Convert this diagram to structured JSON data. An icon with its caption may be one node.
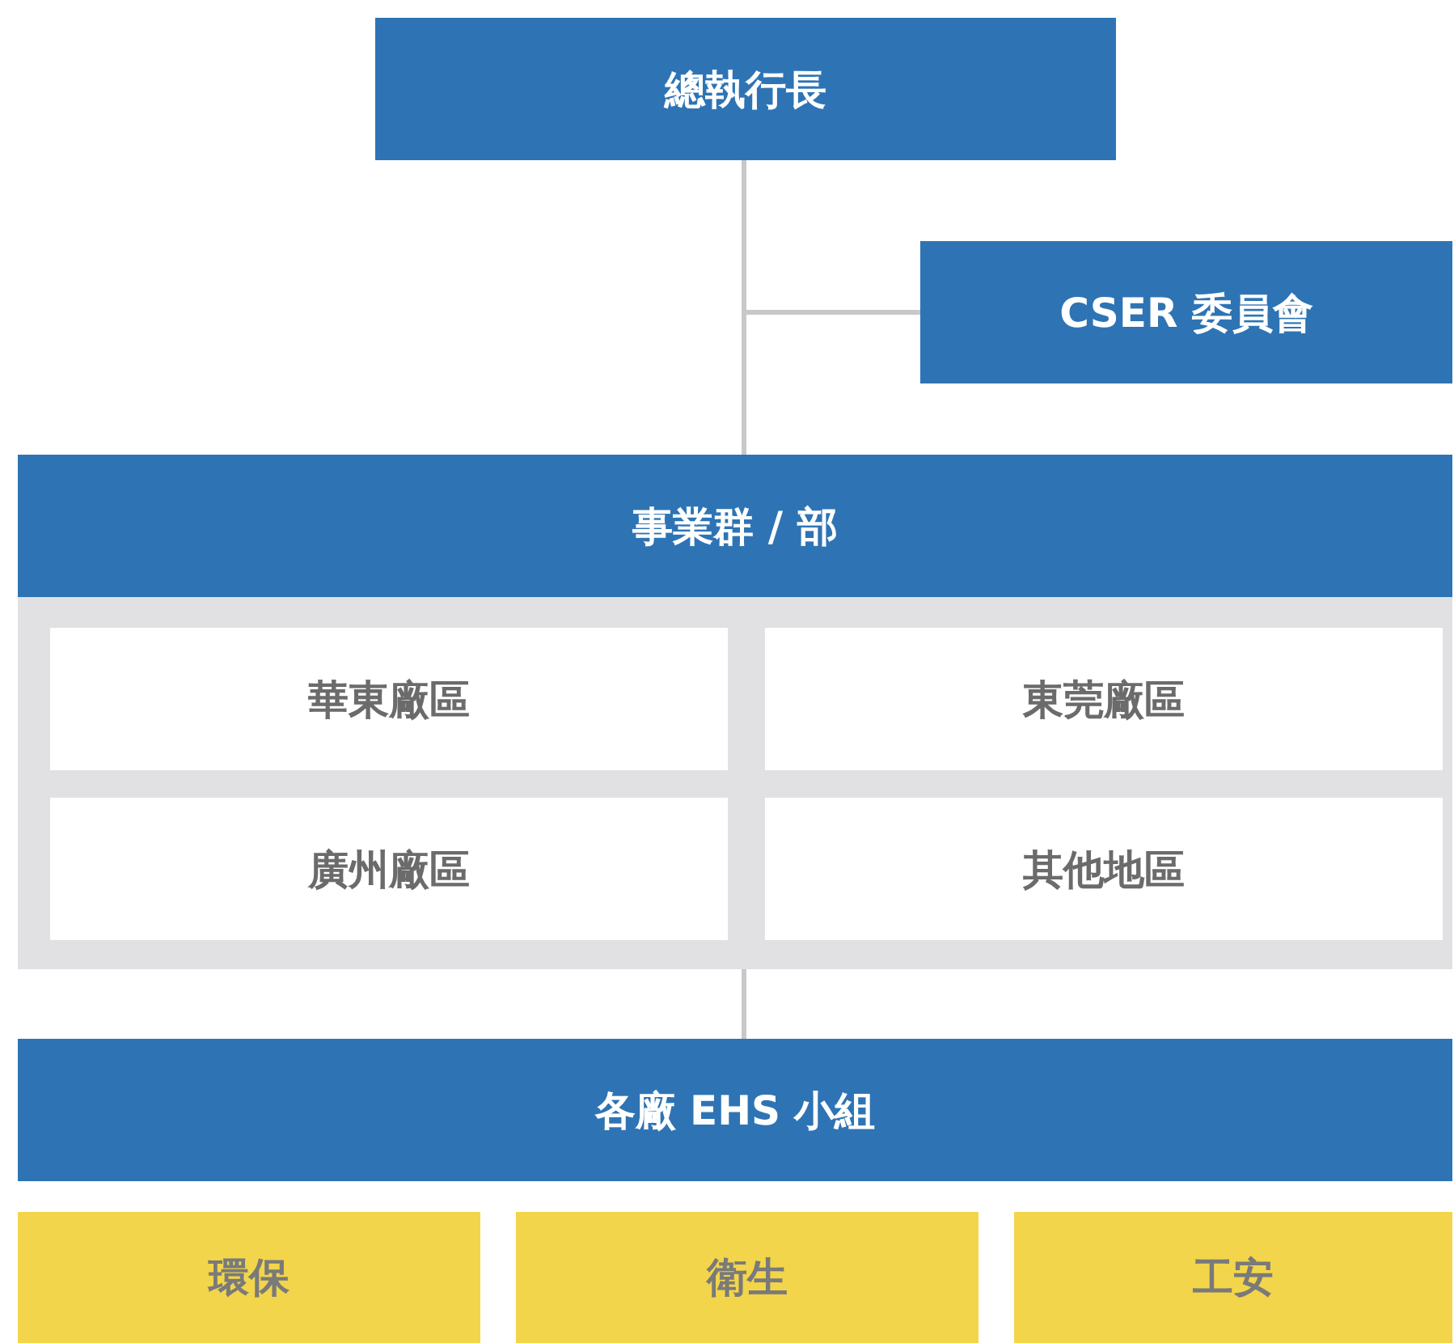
{
  "diagram": {
    "nodes": [
      {
        "text": [
          "總執行長"
        ]
      },
      {
        "text": [
          "CSER 委員會"
        ]
      },
      {
        "text": [
          "事業群 / 部"
        ]
      },
      {
        "text": [
          "華東廠區"
        ],
        "in": 2
      },
      {
        "text": [
          "東莞廠區"
        ],
        "in": 2
      },
      {
        "text": [
          "廣州廠區"
        ],
        "in": 2
      },
      {
        "text": [
          "其他地區"
        ],
        "in": 2
      },
      {
        "text": [
          "各廠 EHS 小組"
        ]
      },
      {
        "text": [
          "環保"
        ]
      },
      {
        "text": [
          "衛生"
        ]
      },
      {
        "text": [
          "工安"
        ]
      }
    ],
    "edges": [
      {
        "from": 0,
        "to": 2,
        "arrow": "none"
      },
      {
        "from": 0,
        "to": 1,
        "arrow": "none"
      },
      {
        "from": 2,
        "to": 7,
        "arrow": "none"
      }
    ]
  }
}
